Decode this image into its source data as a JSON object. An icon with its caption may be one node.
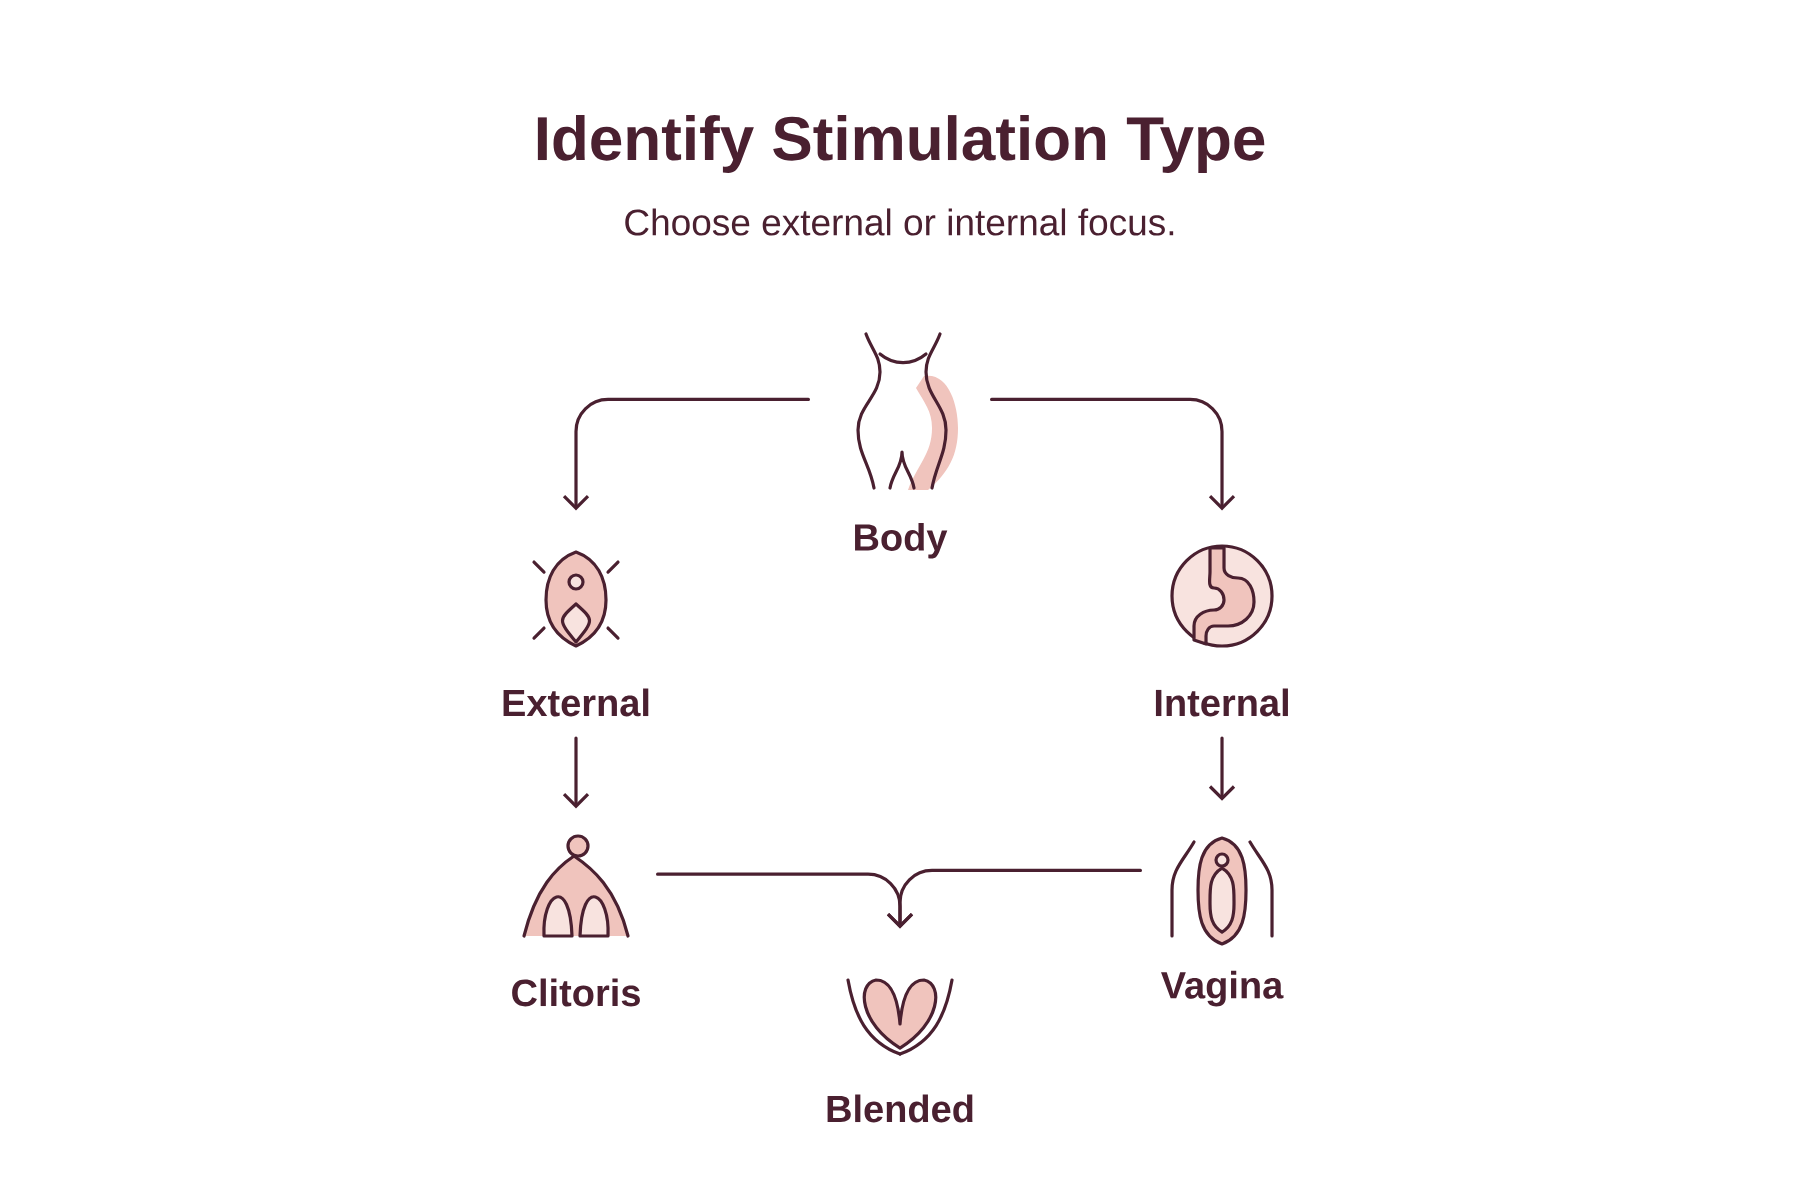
{
  "diagram": {
    "title": "Identify Stimulation Type",
    "nodes": [
      {
        "text": [
          "Body"
        ]
      },
      {
        "text": [
          "External"
        ]
      },
      {
        "text": [
          "Internal"
        ]
      },
      {
        "text": [
          "Clitoris"
        ]
      },
      {
        "text": [
          "Vagina"
        ]
      },
      {
        "text": [
          "Blended"
        ]
      }
    ],
    "edges": [
      {
        "from": 0,
        "to": 1,
        "arrow": "to"
      },
      {
        "from": 0,
        "to": 2,
        "arrow": "to"
      },
      {
        "from": 1,
        "to": 3,
        "arrow": "to"
      },
      {
        "from": 2,
        "to": 4,
        "arrow": "to"
      },
      {
        "from": 3,
        "to": 5,
        "arrow": "to"
      },
      {
        "from": 4,
        "to": 5,
        "arrow": "to"
      }
    ],
    "labels": [
      "Choose external or internal focus."
    ]
  }
}
